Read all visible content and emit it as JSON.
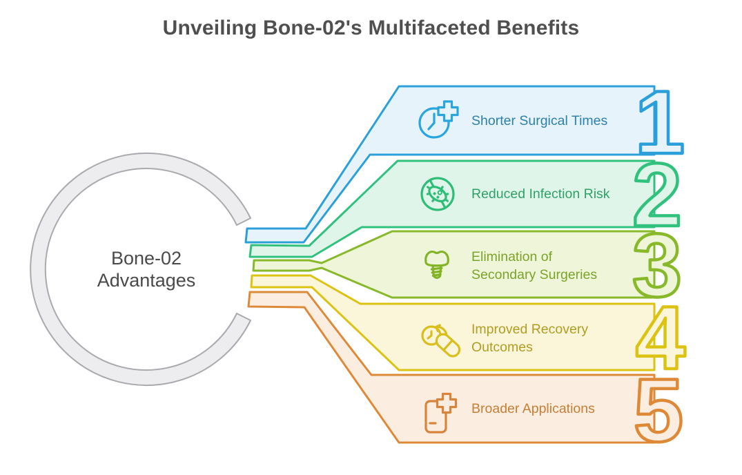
{
  "title": "Unveiling Bone-02's Multifaceted Benefits",
  "title_color": "#4F4F4F",
  "background": "#FFFFFF",
  "hub": {
    "label_lines": [
      "Bone-02",
      "Advantages"
    ],
    "ring_fill": "#EDEDEF",
    "ring_border": "#A9A9AE",
    "text_color": "#4A4A4A"
  },
  "benefits": [
    {
      "number": "1",
      "label_lines": [
        "Shorter Surgical Times"
      ],
      "icon": "clock-plus-icon",
      "border_color": "#2B9FD9",
      "fill_color": "#E7F3FB",
      "label_color": "#2C80AC",
      "icon_color": "#29A5DE"
    },
    {
      "number": "2",
      "label_lines": [
        "Reduced Infection Risk"
      ],
      "icon": "no-bacteria-icon",
      "border_color": "#30C17D",
      "fill_color": "#E0F5EA",
      "label_color": "#2FA167",
      "icon_color": "#2EBD76"
    },
    {
      "number": "3",
      "label_lines": [
        "Elimination of",
        "Secondary Surgeries"
      ],
      "icon": "dental-implant-icon",
      "border_color": "#87B92A",
      "fill_color": "#EFF5D9",
      "label_color": "#7AA327",
      "icon_color": "#83B426"
    },
    {
      "number": "4",
      "label_lines": [
        "Improved Recovery",
        "Outcomes"
      ],
      "icon": "recovery-pill-icon",
      "border_color": "#DDC311",
      "fill_color": "#FBF5DA",
      "label_color": "#B19D22",
      "icon_color": "#D9BE1E"
    },
    {
      "number": "5",
      "label_lines": [
        "Broader Applications"
      ],
      "icon": "device-plus-icon",
      "border_color": "#DE8938",
      "fill_color": "#FBEEE1",
      "label_color": "#C87D35",
      "icon_color": "#D9843B"
    }
  ]
}
